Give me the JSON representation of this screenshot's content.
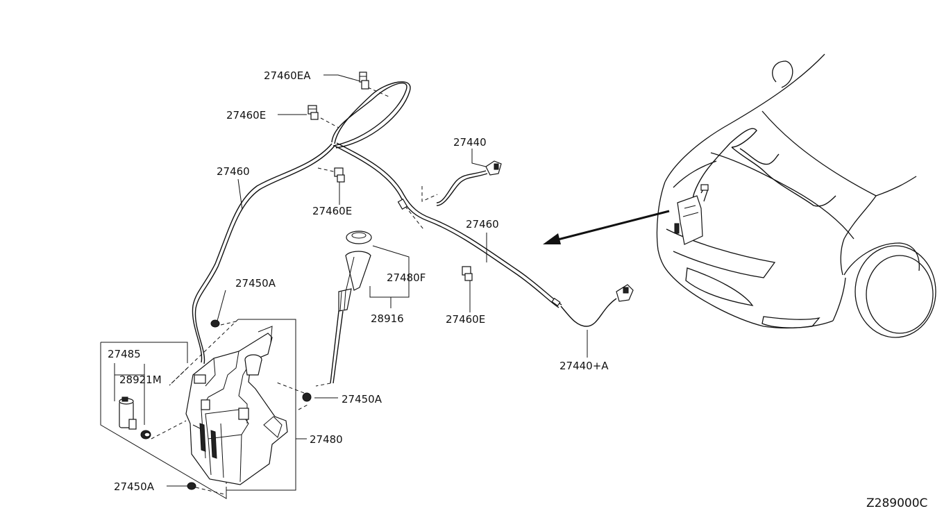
{
  "diagram": {
    "drawing_code": "Z289000C",
    "callouts": {
      "c27460EA": "27460EA",
      "c27460E_top": "27460E",
      "c27460_left": "27460",
      "c27460E_mid": "27460E",
      "c27440": "27440",
      "c27460_right": "27460",
      "c27450A_top": "27450A",
      "c27480F": "27480F",
      "c28916": "28916",
      "c27460E_low": "27460E",
      "c27485": "27485",
      "c28921M": "28921M",
      "c27450A_mid": "27450A",
      "c27440A": "27440+A",
      "c27480": "27480",
      "c27450A_bot": "27450A"
    }
  }
}
